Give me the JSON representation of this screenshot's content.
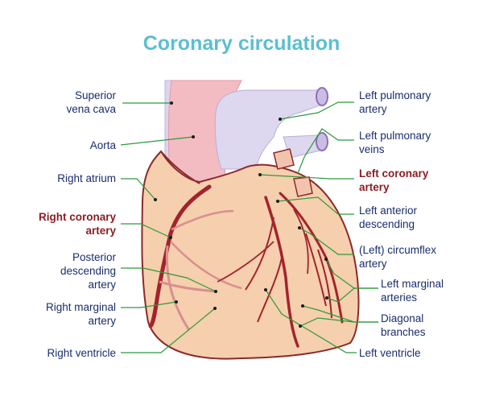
{
  "title": "Coronary circulation",
  "labels_left": [
    {
      "key": "superior_vena_cava",
      "lines": [
        "Superior",
        "vena cava"
      ],
      "emphasis": false
    },
    {
      "key": "aorta",
      "lines": [
        "Aorta"
      ],
      "emphasis": false
    },
    {
      "key": "right_atrium",
      "lines": [
        "Right atrium"
      ],
      "emphasis": false
    },
    {
      "key": "right_coronary_artery",
      "lines": [
        "Right coronary",
        "artery"
      ],
      "emphasis": true
    },
    {
      "key": "posterior_descending_artery",
      "lines": [
        "Posterior",
        "descending",
        "artery"
      ],
      "emphasis": false
    },
    {
      "key": "right_marginal_artery",
      "lines": [
        "Right marginal",
        "artery"
      ],
      "emphasis": false
    },
    {
      "key": "right_ventricle",
      "lines": [
        "Right ventricle"
      ],
      "emphasis": false
    }
  ],
  "labels_right": [
    {
      "key": "left_pulmonary_artery",
      "lines": [
        "Left pulmonary",
        "artery"
      ],
      "emphasis": false
    },
    {
      "key": "left_pulmonary_veins",
      "lines": [
        "Left pulmonary",
        "veins"
      ],
      "emphasis": false
    },
    {
      "key": "left_coronary_artery",
      "lines": [
        "Left coronary",
        "artery"
      ],
      "emphasis": true
    },
    {
      "key": "left_anterior_descending",
      "lines": [
        "Left anterior",
        "descending"
      ],
      "emphasis": false
    },
    {
      "key": "left_circumflex_artery",
      "lines": [
        "(Left) circumflex",
        "artery"
      ],
      "emphasis": false
    },
    {
      "key": "left_marginal_arteries",
      "lines": [
        "Left marginal",
        "arteries"
      ],
      "emphasis": false
    },
    {
      "key": "diagonal_branches",
      "lines": [
        "Diagonal",
        "branches"
      ],
      "emphasis": false
    },
    {
      "key": "left_ventricle",
      "lines": [
        "Left ventricle"
      ],
      "emphasis": false
    }
  ],
  "colors": {
    "title": "#5bbfd0",
    "label_text": "#1a2d6e",
    "label_emphasis": "#8a1e24",
    "leader_line": "#2d9a3a",
    "heart_fill": "#f5cfae",
    "heart_outline": "#8a2a2a",
    "vessel_vein": "#ddd7ef",
    "vessel_aorta": "#f3b9bf",
    "artery": "#a3232c",
    "artery_shadow": "#d98f8f"
  }
}
